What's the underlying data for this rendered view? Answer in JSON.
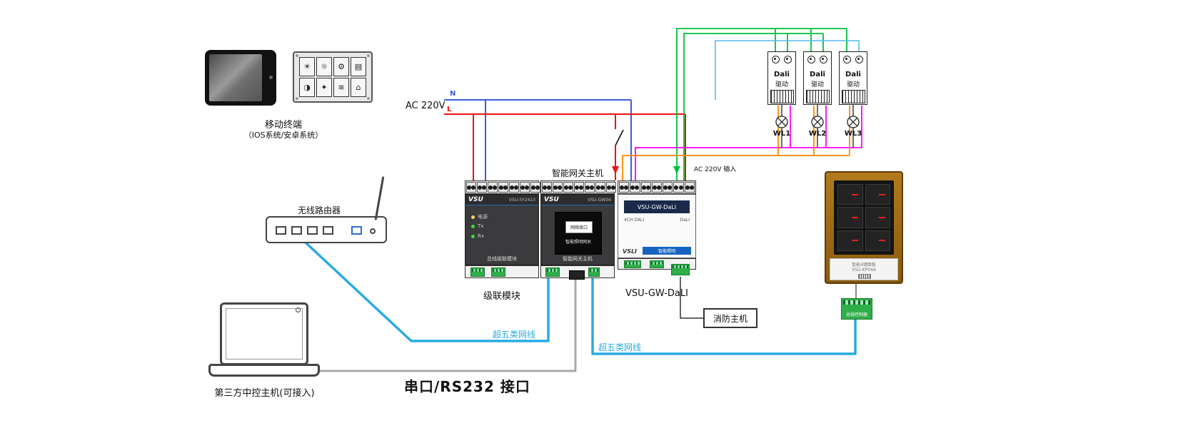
{
  "colors": {
    "cat5_cable": "#29abe2",
    "line_l": "#ee1111",
    "line_n": "#3d5bdb",
    "dali_bus": "#00c03a",
    "aux_bus": "#55bbee",
    "lamp_wire_a": "#ff00ff",
    "lamp_wire_b": "#ff8800",
    "rs232_cable": "#a9a9a9",
    "panel_brown": "#a4660f",
    "connector_green": "#2fae49"
  },
  "devices": {
    "mobile": {
      "label": "移动终端",
      "sub": "（IOS系统/安卓系统）"
    },
    "router": {
      "label": "无线路由器"
    },
    "laptop": {
      "label": "第三方中控主机(可接入)"
    },
    "gateway": {
      "top_label": "智能网关主机",
      "cascade_label": "级联模块",
      "dali_label": "VSU-GW-DaLI"
    },
    "fire": {
      "label": "消防主机"
    }
  },
  "power": {
    "ac": "AC 220V",
    "n": "N",
    "l": "L",
    "input": "AC 220V 输入"
  },
  "cables": {
    "cat5_a": "超五类网线",
    "cat5_b": "超五类网线",
    "rs232": "串口/RS232 接口"
  },
  "module1": {
    "brand": "VSU",
    "model": "VSU-SY2413",
    "leds": [
      "电源",
      "Tx",
      "Rx"
    ],
    "caption": "总线级联模块"
  },
  "module2": {
    "brand": "VSU",
    "model": "VSU-GW04",
    "display": "网络接口",
    "caption": "智能照明网关"
  },
  "module3": {
    "display": "VSU-GW-DaLI",
    "ch": "4CH DALI",
    "logo": "VSLI",
    "strip": "智能照明",
    "sub": "DaLI"
  },
  "drivers": [
    {
      "name": "Dali",
      "sub": "驱动",
      "lamp": "WL1"
    },
    {
      "name": "Dali",
      "sub": "驱动",
      "lamp": "WL2"
    },
    {
      "name": "Dali",
      "sub": "驱动",
      "lamp": "WL3"
    }
  ],
  "panel": {
    "line1": "智能4键面板",
    "line2": "VSU-KP04A",
    "connector": "总线控制器"
  },
  "keypad_icons": [
    "☀",
    "☼",
    "⚙",
    "▤",
    "◑",
    "✦",
    "≋",
    "⌂"
  ]
}
